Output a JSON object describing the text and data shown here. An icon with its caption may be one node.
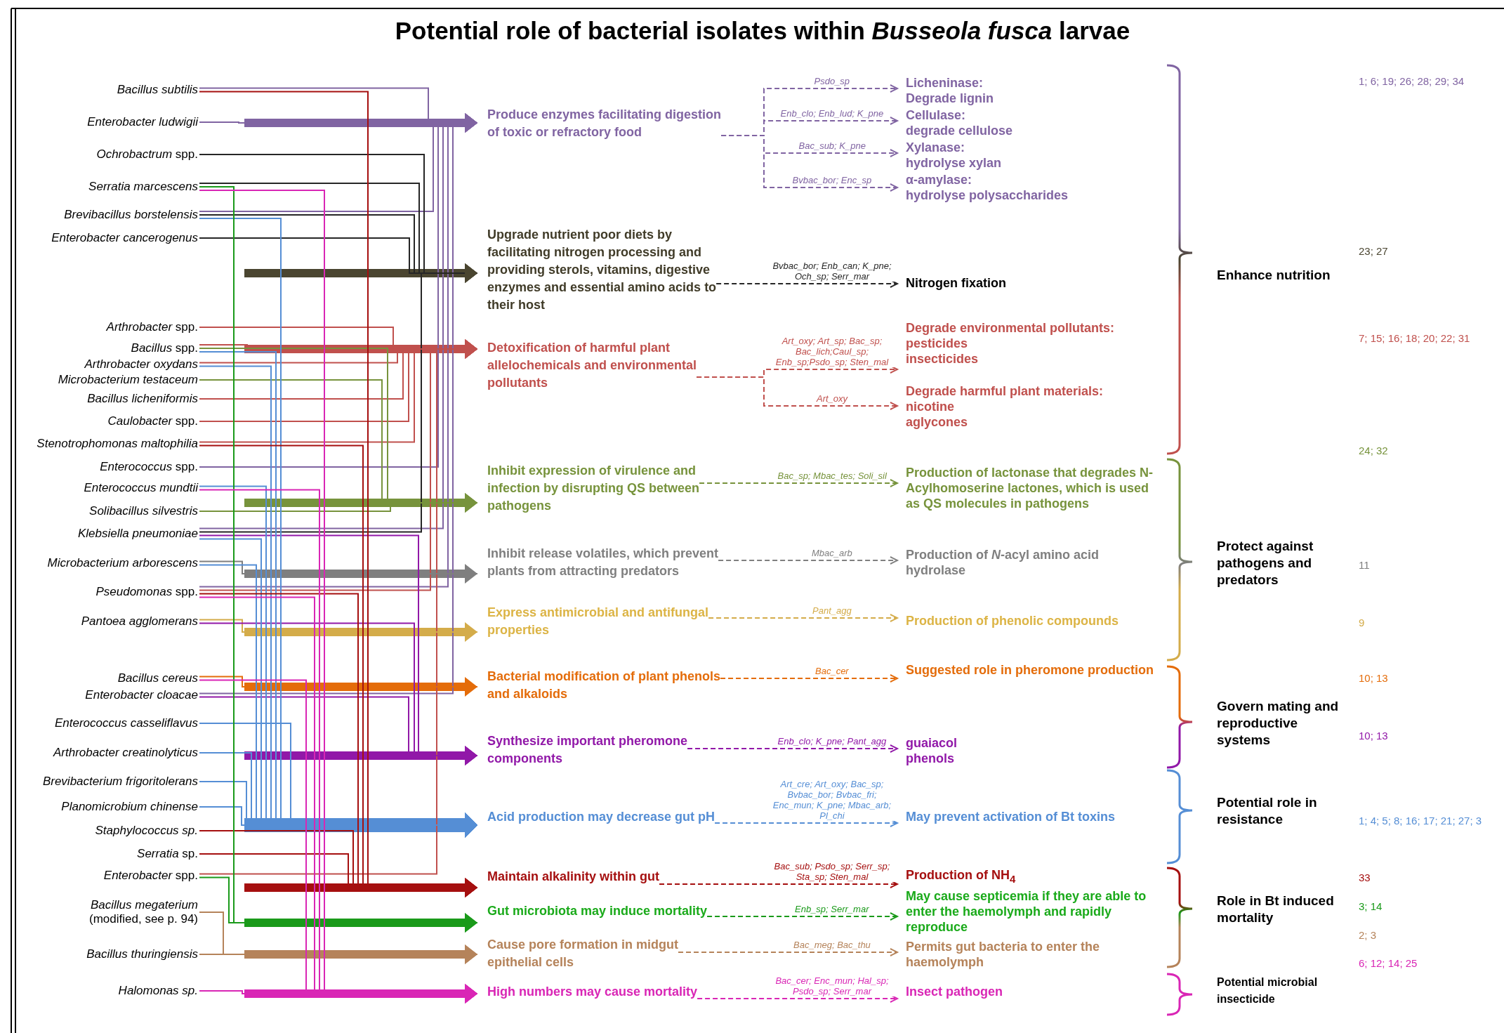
{
  "diagram": {
    "title": "Potential role of bacterial isolates within *Busseola fusca* larvae",
    "nodes": [
      {
        "text": [
          "Bacillus subtilis"
        ]
      },
      {
        "text": [
          "Enterobacter ludwigii"
        ]
      },
      {
        "text": [
          "*Ochrobactrum* spp."
        ]
      },
      {
        "text": [
          "Serratia marcescens"
        ]
      },
      {
        "text": [
          "Brevibacillus borstelensis"
        ]
      },
      {
        "text": [
          "Enterobacter cancerogenus"
        ]
      },
      {
        "text": [
          "*Arthrobacter* spp."
        ]
      },
      {
        "text": [
          "*Bacillus* spp."
        ]
      },
      {
        "text": [
          "Arthrobacter oxydans"
        ]
      },
      {
        "text": [
          "Microbacterium testaceum"
        ]
      },
      {
        "text": [
          "Bacillus licheniformis"
        ]
      },
      {
        "text": [
          "*Caulobacter* spp."
        ]
      },
      {
        "text": [
          "Stenotrophomonas maltophilia"
        ]
      },
      {
        "text": [
          "*Enterococcus* spp."
        ]
      },
      {
        "text": [
          "Enterococcus mundtii"
        ]
      },
      {
        "text": [
          "Solibacillus silvestris"
        ]
      },
      {
        "text": [
          "Klebsiella pneumoniae"
        ]
      },
      {
        "text": [
          "Microbacterium arborescens"
        ]
      },
      {
        "text": [
          "*Pseudomonas* spp."
        ]
      },
      {
        "text": [
          "Pantoea agglomerans"
        ]
      },
      {
        "text": [
          "Bacillus cereus"
        ]
      },
      {
        "text": [
          "Enterobacter cloacae"
        ]
      },
      {
        "text": [
          "Enterococcus casseliflavus"
        ]
      },
      {
        "text": [
          "Arthrobacter creatinolyticus"
        ]
      },
      {
        "text": [
          "Brevibacterium frigoritolerans"
        ]
      },
      {
        "text": [
          "Planomicrobium chinense"
        ]
      },
      {
        "text": [
          "Staphylococcus sp."
        ]
      },
      {
        "text": [
          "*Serratia* sp."
        ]
      },
      {
        "text": [
          "*Enterobacter* spp."
        ]
      },
      {
        "text": [
          "*Bacillus megaterium* (modified, see p. 94)"
        ]
      },
      {
        "text": [
          "Bacillus thuringiensis"
        ]
      },
      {
        "text": [
          "Halomonas sp."
        ]
      },
      {
        "text": [
          "Produce enzymes facilitating digestion of toxic or refractory food"
        ]
      },
      {
        "text": [
          "Upgrade nutrient poor diets by facilitating nitrogen processing and providing sterols, vitamins, digestive enzymes and essential amino acids to their host"
        ]
      },
      {
        "text": [
          "Detoxification of harmful plant allelochemicals and environmental pollutants"
        ]
      },
      {
        "text": [
          "Inhibit expression of virulence and infection by disrupting QS between pathogens"
        ]
      },
      {
        "text": [
          "Inhibit release volatiles, which prevent plants from attracting predators"
        ]
      },
      {
        "text": [
          "Express antimicrobial and antifungal properties"
        ]
      },
      {
        "text": [
          "Bacterial modification of plant phenols and alkaloids"
        ]
      },
      {
        "text": [
          "Synthesize important pheromone components"
        ]
      },
      {
        "text": [
          "Acid production may decrease gut pH"
        ]
      },
      {
        "text": [
          "Maintain alkalinity within gut"
        ]
      },
      {
        "text": [
          "Gut microbiota may induce mortality"
        ]
      },
      {
        "text": [
          "Cause pore formation in midgut epithelial cells"
        ]
      },
      {
        "text": [
          "High numbers may cause mortality"
        ]
      },
      {
        "text": [
          "Licheninase:",
          "Degrade lignin"
        ]
      },
      {
        "text": [
          "Cellulase:",
          "degrade cellulose"
        ]
      },
      {
        "text": [
          "Xylanase:",
          "hydrolyse xylan"
        ]
      },
      {
        "text": [
          "α-amylase:",
          "hydrolyse polysaccharides"
        ]
      },
      {
        "text": [
          "Nitrogen fixation"
        ]
      },
      {
        "text": [
          "Degrade environmental pollutants:",
          "pesticides",
          "insecticides"
        ]
      },
      {
        "text": [
          "Degrade harmful plant materials:",
          "nicotine",
          "aglycones"
        ]
      },
      {
        "text": [
          "Production of lactonase that degrades N-Acylhomoserine lactones, which is used as QS molecules in pathogens"
        ]
      },
      {
        "text": [
          "Production of *N*-acyl amino acid hydrolase"
        ]
      },
      {
        "text": [
          "Production of phenolic compounds"
        ]
      },
      {
        "text": [
          "Suggested role in pheromone production"
        ]
      },
      {
        "text": [
          "guaiacol",
          "phenols"
        ]
      },
      {
        "text": [
          "May prevent activation of Bt toxins"
        ]
      },
      {
        "text": [
          "Production of NH$_{4}$"
        ]
      },
      {
        "text": [
          "May cause septicemia if they are able to enter the haemolymph and rapidly reproduce"
        ]
      },
      {
        "text": [
          "Permits gut bacteria to enter the haemolymph"
        ]
      },
      {
        "text": [
          "Insect pathogen"
        ]
      },
      {
        "text": [
          "Enhance nutrition"
        ]
      },
      {
        "text": [
          "Protect against pathogens and predators"
        ]
      },
      {
        "text": [
          "Govern mating and reproductive systems"
        ]
      },
      {
        "text": [
          "Potential role in resistance"
        ]
      },
      {
        "text": [
          "Role in Bt induced mortality"
        ]
      },
      {
        "text": [
          "Potential microbial insecticide"
        ]
      }
    ],
    "edges": [
      {
        "from": 0,
        "to": 32,
        "arrow": "to",
        "color": "#8064a2"
      },
      {
        "from": 1,
        "to": 32,
        "arrow": "to",
        "color": "#8064a2"
      },
      {
        "from": 4,
        "to": 32,
        "arrow": "to",
        "color": "#8064a2"
      },
      {
        "from": 13,
        "to": 32,
        "arrow": "to",
        "color": "#8064a2"
      },
      {
        "from": 16,
        "to": 32,
        "arrow": "to",
        "color": "#8064a2"
      },
      {
        "from": 18,
        "to": 32,
        "arrow": "to",
        "color": "#8064a2"
      },
      {
        "from": 21,
        "to": 32,
        "arrow": "to",
        "color": "#8064a2"
      },
      {
        "from": 2,
        "to": 33,
        "arrow": "to",
        "color": "#262626"
      },
      {
        "from": 3,
        "to": 33,
        "arrow": "to",
        "color": "#262626"
      },
      {
        "from": 4,
        "to": 33,
        "arrow": "to",
        "color": "#262626"
      },
      {
        "from": 5,
        "to": 33,
        "arrow": "to",
        "color": "#262626"
      },
      {
        "from": 16,
        "to": 33,
        "arrow": "to",
        "color": "#262626"
      },
      {
        "from": 6,
        "to": 34,
        "arrow": "to",
        "color": "#c0504d"
      },
      {
        "from": 7,
        "to": 34,
        "arrow": "to",
        "color": "#c0504d"
      },
      {
        "from": 8,
        "to": 34,
        "arrow": "to",
        "color": "#c0504d"
      },
      {
        "from": 10,
        "to": 34,
        "arrow": "to",
        "color": "#c0504d"
      },
      {
        "from": 11,
        "to": 34,
        "arrow": "to",
        "color": "#c0504d"
      },
      {
        "from": 12,
        "to": 34,
        "arrow": "to",
        "color": "#c0504d"
      },
      {
        "from": 18,
        "to": 34,
        "arrow": "to",
        "color": "#c0504d"
      },
      {
        "from": 28,
        "to": 34,
        "arrow": "to",
        "color": "#c0504d"
      },
      {
        "from": 7,
        "to": 35,
        "arrow": "to",
        "color": "#77933c"
      },
      {
        "from": 9,
        "to": 35,
        "arrow": "to",
        "color": "#77933c"
      },
      {
        "from": 15,
        "to": 35,
        "arrow": "to",
        "color": "#77933c"
      },
      {
        "from": 17,
        "to": 36,
        "arrow": "to",
        "color": "#7f7f7f"
      },
      {
        "from": 19,
        "to": 37,
        "arrow": "to",
        "color": "#d4ac4a"
      },
      {
        "from": 20,
        "to": 38,
        "arrow": "to",
        "color": "#e46c0a"
      },
      {
        "from": 16,
        "to": 39,
        "arrow": "to",
        "color": "#9118a8"
      },
      {
        "from": 19,
        "to": 39,
        "arrow": "to",
        "color": "#9118a8"
      },
      {
        "from": 21,
        "to": 39,
        "arrow": "to",
        "color": "#9118a8"
      },
      {
        "from": 4,
        "to": 40,
        "arrow": "to",
        "color": "#558ed5"
      },
      {
        "from": 7,
        "to": 40,
        "arrow": "to",
        "color": "#558ed5"
      },
      {
        "from": 8,
        "to": 40,
        "arrow": "to",
        "color": "#558ed5"
      },
      {
        "from": 14,
        "to": 40,
        "arrow": "to",
        "color": "#558ed5"
      },
      {
        "from": 16,
        "to": 40,
        "arrow": "to",
        "color": "#558ed5"
      },
      {
        "from": 17,
        "to": 40,
        "arrow": "to",
        "color": "#558ed5"
      },
      {
        "from": 22,
        "to": 40,
        "arrow": "to",
        "color": "#558ed5"
      },
      {
        "from": 23,
        "to": 40,
        "arrow": "to",
        "color": "#558ed5"
      },
      {
        "from": 24,
        "to": 40,
        "arrow": "to",
        "color": "#558ed5"
      },
      {
        "from": 25,
        "to": 40,
        "arrow": "to",
        "color": "#558ed5"
      },
      {
        "from": 0,
        "to": 41,
        "arrow": "to",
        "color": "#a50f0f"
      },
      {
        "from": 12,
        "to": 41,
        "arrow": "to",
        "color": "#a50f0f"
      },
      {
        "from": 18,
        "to": 41,
        "arrow": "to",
        "color": "#a50f0f"
      },
      {
        "from": 26,
        "to": 41,
        "arrow": "to",
        "color": "#a50f0f"
      },
      {
        "from": 27,
        "to": 41,
        "arrow": "to",
        "color": "#a50f0f"
      },
      {
        "from": 3,
        "to": 42,
        "arrow": "to",
        "color": "#1a9a1a"
      },
      {
        "from": 28,
        "to": 42,
        "arrow": "to",
        "color": "#1a9a1a"
      },
      {
        "from": 29,
        "to": 43,
        "arrow": "to",
        "color": "#b5835a"
      },
      {
        "from": 30,
        "to": 43,
        "arrow": "to",
        "color": "#b5835a"
      },
      {
        "from": 3,
        "to": 44,
        "arrow": "to",
        "color": "#d926b5"
      },
      {
        "from": 14,
        "to": 44,
        "arrow": "to",
        "color": "#d926b5"
      },
      {
        "from": 18,
        "to": 44,
        "arrow": "to",
        "color": "#d926b5"
      },
      {
        "from": 20,
        "to": 44,
        "arrow": "to",
        "color": "#d926b5"
      },
      {
        "from": 31,
        "to": 44,
        "arrow": "to",
        "color": "#d926b5"
      },
      {
        "from": 32,
        "to": 45,
        "arrow": "to",
        "label": "Psdo_sp",
        "style": "dashed",
        "color": "#8064a2"
      },
      {
        "from": 32,
        "to": 46,
        "arrow": "to",
        "label": "Enb_clo; Enb_lud; K_pne",
        "style": "dashed",
        "color": "#8064a2"
      },
      {
        "from": 32,
        "to": 47,
        "arrow": "to",
        "label": "Bac_sub; K_pne",
        "style": "dashed",
        "color": "#8064a2"
      },
      {
        "from": 32,
        "to": 48,
        "arrow": "to",
        "label": "Bvbac_bor; Enc_sp",
        "style": "dashed",
        "color": "#8064a2"
      },
      {
        "from": 33,
        "to": 49,
        "arrow": "to",
        "label": "Bvbac_bor; Enb_can; K_pne; Och_sp; Serr_mar",
        "style": "dashed",
        "color": "#262626"
      },
      {
        "from": 34,
        "to": 50,
        "arrow": "to",
        "label": "Art_oxy; Art_sp; Bac_sp; Bac_lich;Caul_sp; Enb_sp;Psdo_sp; Sten_mal",
        "style": "dashed",
        "color": "#c0504d"
      },
      {
        "from": 34,
        "to": 51,
        "arrow": "to",
        "label": "Art_oxy",
        "style": "dashed",
        "color": "#c0504d"
      },
      {
        "from": 35,
        "to": 52,
        "arrow": "to",
        "label": "Bac_sp; Mbac_tes; Soli_sil",
        "style": "dashed",
        "color": "#77933c"
      },
      {
        "from": 36,
        "to": 53,
        "arrow": "to",
        "label": "Mbac_arb",
        "style": "dashed",
        "color": "#7f7f7f"
      },
      {
        "from": 37,
        "to": 54,
        "arrow": "to",
        "label": "Pant_agg",
        "style": "dashed",
        "color": "#d4ac4a"
      },
      {
        "from": 38,
        "to": 55,
        "arrow": "to",
        "label": "Bac_cer",
        "style": "dashed",
        "color": "#e46c0a"
      },
      {
        "from": 39,
        "to": 56,
        "arrow": "to",
        "label": "Enb_clo; K_pne; Pant_agg",
        "style": "dashed",
        "color": "#9118a8"
      },
      {
        "from": 40,
        "to": 57,
        "arrow": "to",
        "label": "Art_cre; Art_oxy; Bac_sp; Bvbac_bor; Bvbac_fri; Enc_mun; K_pne; Mbac_arb; Pl_chi",
        "style": "dashed",
        "color": "#558ed5"
      },
      {
        "from": 41,
        "to": 58,
        "arrow": "to",
        "label": "Bac_sub; Psdo_sp; Serr_sp; Sta_sp; Sten_mal",
        "style": "dashed",
        "color": "#a50f0f"
      },
      {
        "from": 42,
        "to": 59,
        "arrow": "to",
        "label": "Enb_sp; Serr_mar",
        "style": "dashed",
        "color": "#1a9a1a"
      },
      {
        "from": 43,
        "to": 60,
        "arrow": "to",
        "label": "Bac_meg; Bac_thu",
        "style": "dashed",
        "color": "#b5835a"
      },
      {
        "from": 44,
        "to": 61,
        "arrow": "to",
        "label": "Bac_cer; Enc_mun; Hal_sp; Psdo_sp; Serr_mar",
        "style": "dashed",
        "color": "#d926b5"
      }
    ],
    "labels": [
      "1; 6; 19; 26; 28; 29; 34",
      "23; 27",
      "7; 15; 16; 18; 20; 22; 31",
      "24; 32",
      "11",
      "9",
      "10; 13",
      "10; 13",
      "1; 4; 5; 8; 16; 17; 21; 27; 3",
      "33",
      "3; 14",
      "2; 3",
      "6; 12; 14; 25"
    ]
  }
}
